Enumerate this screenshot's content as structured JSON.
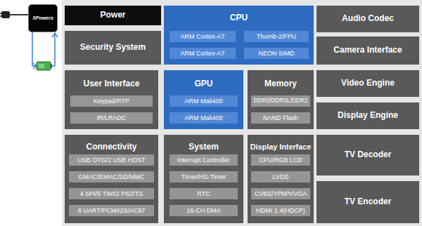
{
  "diagram": {
    "nodes": [
      {
        "text": [
          "XPowers"
        ]
      },
      {
        "text": [
          "Power"
        ]
      },
      {
        "text": [
          "Security System"
        ]
      },
      {
        "text": [
          "CPU"
        ]
      },
      {
        "text": [
          "ARM Cortex-A7"
        ],
        "in": 3
      },
      {
        "text": [
          "Thumb-2/FPU"
        ],
        "in": 3
      },
      {
        "text": [
          "ARM Cortex-A7"
        ],
        "in": 3
      },
      {
        "text": [
          "NEON SIMD"
        ],
        "in": 3
      },
      {
        "text": [
          "Audio Codec"
        ]
      },
      {
        "text": [
          "Camera Interface"
        ]
      },
      {
        "text": [
          "User Interface"
        ]
      },
      {
        "text": [
          "Keypad/RTP"
        ],
        "in": 10
      },
      {
        "text": [
          "IR/LRADC"
        ],
        "in": 10
      },
      {
        "text": [
          "GPU"
        ]
      },
      {
        "text": [
          "ARM Mali400"
        ],
        "in": 13
      },
      {
        "text": [
          "ARM Mali400"
        ],
        "in": 13
      },
      {
        "text": [
          "Memory"
        ]
      },
      {
        "text": [
          "DDR3/DDR3L/DDR2"
        ],
        "in": 16
      },
      {
        "text": [
          "NAND Flash"
        ],
        "in": 16
      },
      {
        "text": [
          "Video Engine"
        ]
      },
      {
        "text": [
          "Display Engine"
        ]
      },
      {
        "text": [
          "Connectivity"
        ]
      },
      {
        "text": [
          "USB OTG/2 USB HOST"
        ],
        "in": 21
      },
      {
        "text": [
          "GMAC/EMAC/SD/MMC"
        ],
        "in": 21
      },
      {
        "text": [
          "4 SPI/5 TWI/2 PS2/TS"
        ],
        "in": 21
      },
      {
        "text": [
          "8 UART/PCM/I2S/AC97"
        ],
        "in": 21
      },
      {
        "text": [
          "System"
        ]
      },
      {
        "text": [
          "Interrupt Controller"
        ],
        "in": 26
      },
      {
        "text": [
          "Timer/HS-Timer"
        ],
        "in": 26
      },
      {
        "text": [
          "RTC"
        ],
        "in": 26
      },
      {
        "text": [
          "16-CH DMA"
        ],
        "in": 26
      },
      {
        "text": [
          "Display Interface"
        ]
      },
      {
        "text": [
          "CPU/RGB LCD"
        ],
        "in": 31
      },
      {
        "text": [
          "LVDS"
        ],
        "in": 31
      },
      {
        "text": [
          "CVBS/YPbPr/VGA"
        ],
        "in": 31
      },
      {
        "text": [
          "HDMI 1.4(HDCP)"
        ],
        "in": 31
      },
      {
        "text": [
          "TV Decoder"
        ]
      },
      {
        "text": [
          "TV Encoder"
        ]
      }
    ]
  }
}
